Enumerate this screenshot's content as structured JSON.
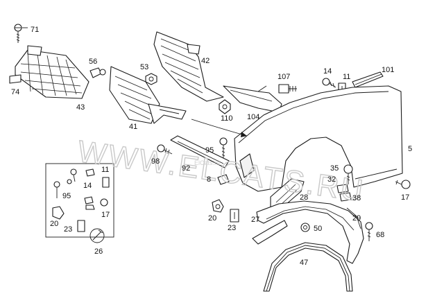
{
  "watermark": {
    "main": "WWW.ELCATS.RU",
    "small": "ElCats.ru"
  },
  "callouts": {
    "p71": "71",
    "p74": "74",
    "p43": "43",
    "p56": "56",
    "p53": "53",
    "p42": "42",
    "p41": "41",
    "p107": "107",
    "p14a": "14",
    "p11a": "11",
    "p101": "101",
    "p110": "110",
    "p104": "104",
    "p95a": "95",
    "p92": "92",
    "p98": "98",
    "p8": "8",
    "p5": "5",
    "p35": "35",
    "p32": "32",
    "p38": "38",
    "p17a": "17",
    "p28": "28",
    "p27": "27",
    "p20b": "20",
    "p23b": "23",
    "p50": "50",
    "p29": "29",
    "p68": "68",
    "p47": "47",
    "p11b": "11",
    "p14b": "14",
    "p95b": "95",
    "p17b": "17",
    "p20a": "20",
    "p23a": "23",
    "p26": "26"
  }
}
